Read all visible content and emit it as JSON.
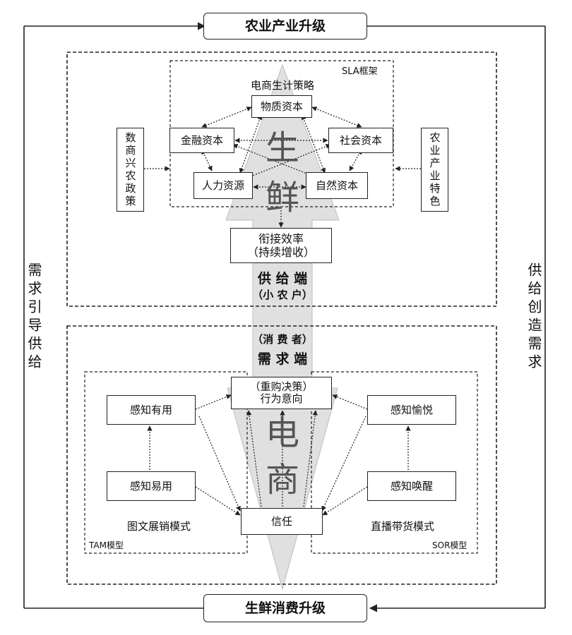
{
  "top_goal": "农业产业升级",
  "bottom_goal": "生鲜消费升级",
  "left_side": "需求引导供给",
  "right_side": "供给创造需求",
  "arrow_word_top": [
    "生",
    "鲜"
  ],
  "arrow_word_bottom": [
    "电",
    "商"
  ],
  "supply": {
    "sla_label": "SLA框架",
    "strategy_title": "电商生计策略",
    "physical": "物质资本",
    "financial": "金融资本",
    "social": "社会资本",
    "human": "人力资源",
    "natural": "自然资本",
    "policy": "数商兴农政策",
    "feature": "农业产业特色",
    "efficiency_line1": "衔接效率",
    "efficiency_line2": "（持续增收）",
    "end_title": "供 给 端",
    "end_sub": "（小 农 户）"
  },
  "demand": {
    "end_sub": "（消 费 者）",
    "end_title": "需 求 端",
    "behavior_line1": "（重购决策）",
    "behavior_line2": "行为意向",
    "usefulness": "感知有用",
    "ease": "感知易用",
    "enjoyment": "感知愉悦",
    "arousal": "感知唤醒",
    "trust": "信任",
    "graphic_mode": "图文展销模式",
    "live_mode": "直播带货模式",
    "tam_label": "TAM模型",
    "sor_label": "SOR模型"
  }
}
